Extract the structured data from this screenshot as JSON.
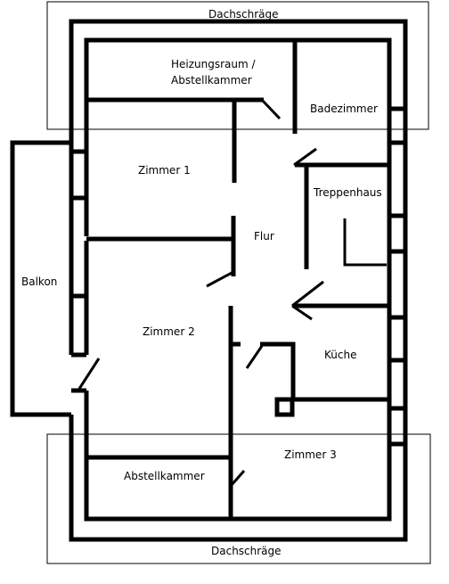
{
  "rooms": {
    "roof_top": "Dachschräge",
    "heating_line1": "Heizungsraum /",
    "heating_line2": "Abstellkammer",
    "bathroom": "Badezimmer",
    "room1": "Zimmer 1",
    "stairwell": "Treppenhaus",
    "hallway": "Flur",
    "balcony": "Balkon",
    "room2": "Zimmer 2",
    "kitchen": "Küche",
    "room3": "Zimmer 3",
    "storage": "Abstellkammer",
    "roof_bottom": "Dachschräge"
  }
}
